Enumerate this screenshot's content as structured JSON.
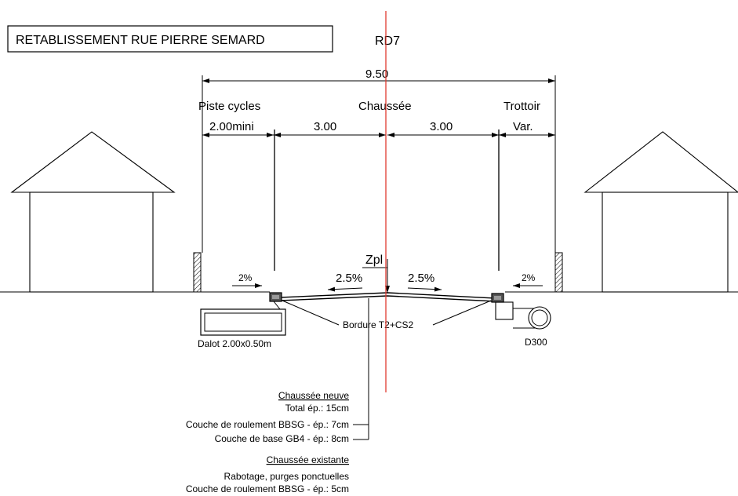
{
  "title": "RETABLISSEMENT RUE PIERRE SEMARD",
  "axis_label": "RD7",
  "dimensions": {
    "total": "9.50",
    "piste": "2.00mini",
    "lane_left": "3.00",
    "lane_right": "3.00",
    "trottoir": "Var."
  },
  "zones": {
    "piste": "Piste cycles",
    "chaussee": "Chaussée",
    "trottoir": "Trottoir"
  },
  "slopes": {
    "far_left": "2%",
    "left": "2.5%",
    "right": "2.5%",
    "far_right": "2%"
  },
  "labels": {
    "zpl": "Zpl",
    "bordure": "Bordure T2+CS2",
    "dalot": "Dalot 2.00x0.50m",
    "d300": "D300"
  },
  "notes": {
    "new_title": "Chaussée neuve",
    "total": "Total ép.: 15cm",
    "roulement_new": "Couche de roulement BBSG  - ép.: 7cm",
    "base": "Couche de base GB4 - ép.: 8cm",
    "existing_title": "Chaussée existante",
    "rabotage": "Rabotage, purges ponctuelles",
    "roulement_existing": "Couche de roulement BBSG  - ép.: 5cm"
  },
  "colors": {
    "axis": "#e03a2f",
    "line": "#000000"
  }
}
